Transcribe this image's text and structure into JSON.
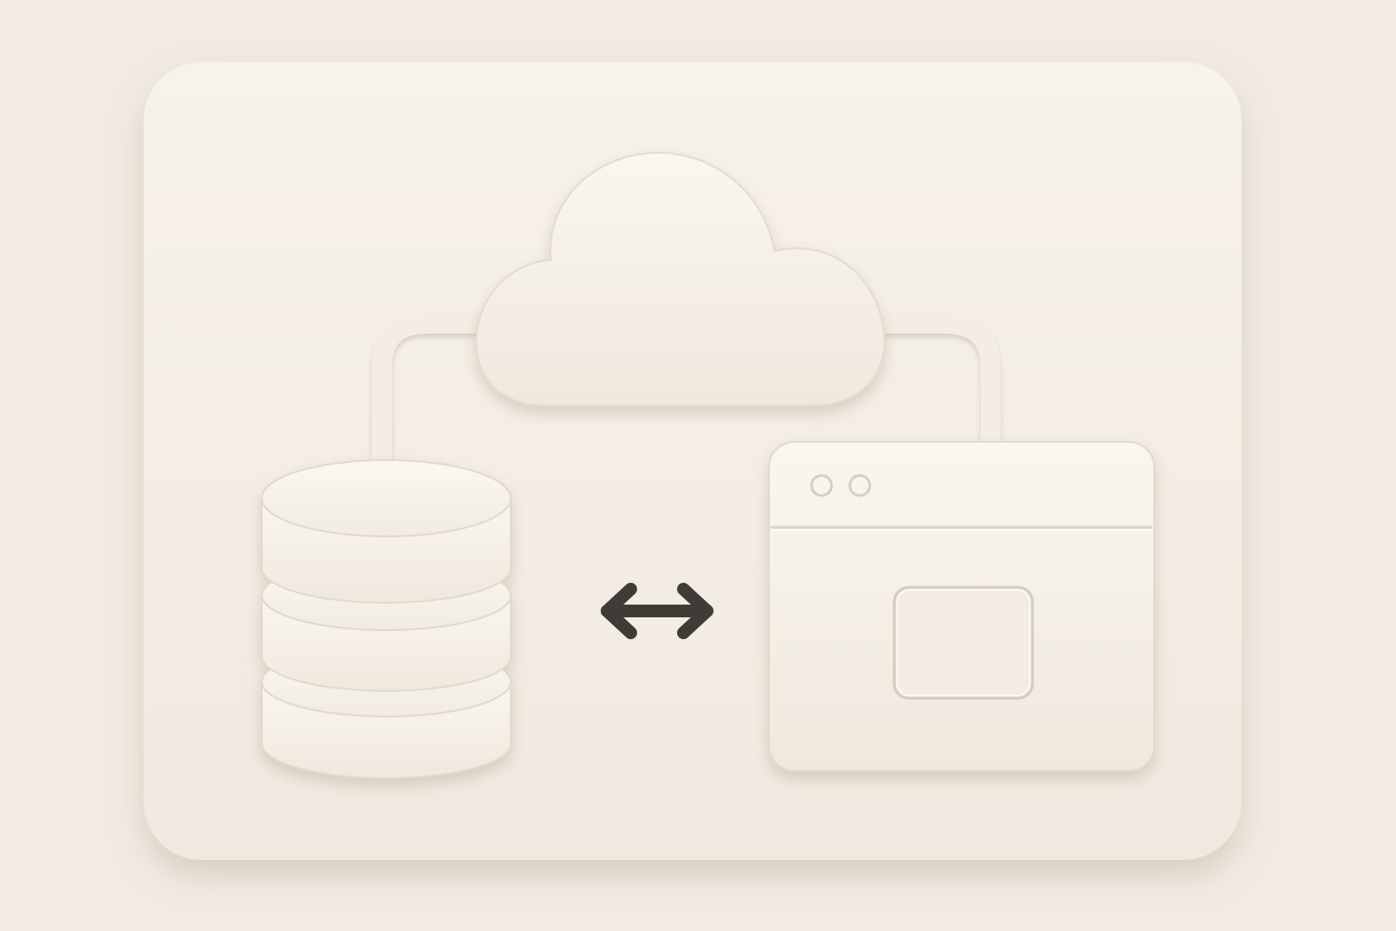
{
  "diagram": {
    "nodes": [
      {
        "id": "cloud",
        "icon": "cloud-icon"
      },
      {
        "id": "database",
        "icon": "database-icon"
      },
      {
        "id": "app",
        "icon": "browser-window-icon"
      }
    ],
    "edges": [
      {
        "from": "database",
        "to": "cloud",
        "style": "connector"
      },
      {
        "from": "cloud",
        "to": "app",
        "style": "connector"
      },
      {
        "from": "database",
        "to": "app",
        "style": "bidirectional-arrow"
      }
    ]
  },
  "colors": {
    "background": "#f1ebe2",
    "panel": "#f4eee5",
    "element": "#f6f1e9",
    "shadow": "#c9bfb0",
    "highlight": "#ffffff",
    "arrow": "#3f3c38"
  }
}
